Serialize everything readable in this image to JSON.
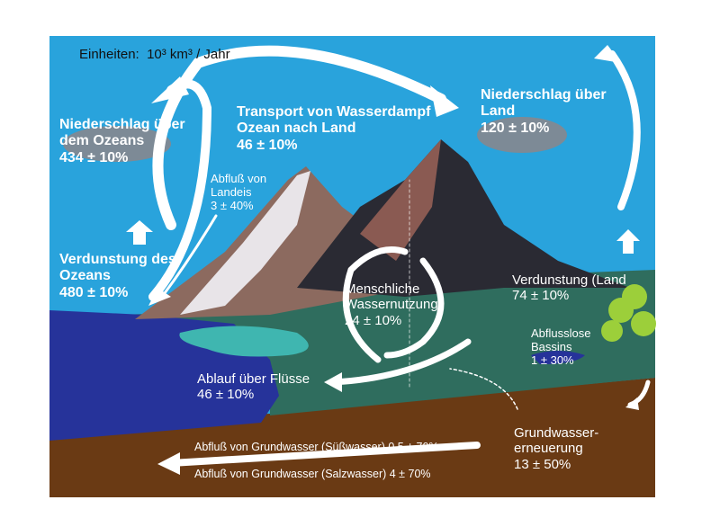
{
  "units": {
    "label": "Einheiten:",
    "value": "10³ km³ / Jahr"
  },
  "flows": {
    "precip_ocean": {
      "title1": "Niederschlag über",
      "title2": "dem Ozeans",
      "value": "434 ± 10%"
    },
    "transport": {
      "title1": "Transport von Wasserdampf",
      "title2": "Ozean nach Land",
      "value": "46 ± 10%"
    },
    "precip_land": {
      "title1": "Niederschlag über",
      "title2": "Land",
      "value": "120 ± 10%"
    },
    "landice": {
      "title1": "Abfluß von",
      "title2": "Landeis",
      "value": "3 ± 40%"
    },
    "evap_ocean": {
      "title1": "Verdunstung des",
      "title2": "Ozeans",
      "value": "480 ± 10%"
    },
    "human": {
      "title1": "Menschliche",
      "title2": "Wassernutzung",
      "value": "24 ± 10%"
    },
    "evap_land": {
      "title1": "Verdunstung (Land",
      "value": "74 ± 10%"
    },
    "endorheic": {
      "title1": "Abflusslose",
      "title2": "Bassins",
      "value": "1 ± 30%"
    },
    "rivers": {
      "title1": "Ablauf über Flüsse",
      "value": "46 ± 10%"
    },
    "gw_recharge": {
      "title1": "Grundwasser-",
      "title2": "erneuerung",
      "value": "13 ± 50%"
    },
    "gw_fresh": {
      "title1": "Abfluß von Grundwasser (Süßwasser) 0.5 ± 70%"
    },
    "gw_salt": {
      "title1": "Abfluß von Grundwasser (Salzwasser) 4 ± 70%"
    }
  },
  "colors": {
    "sky": "#29a3dc",
    "ocean": "#26339a",
    "land": "#2f6d5e",
    "ground": "#6a3a14",
    "arrow": "#ffffff"
  }
}
